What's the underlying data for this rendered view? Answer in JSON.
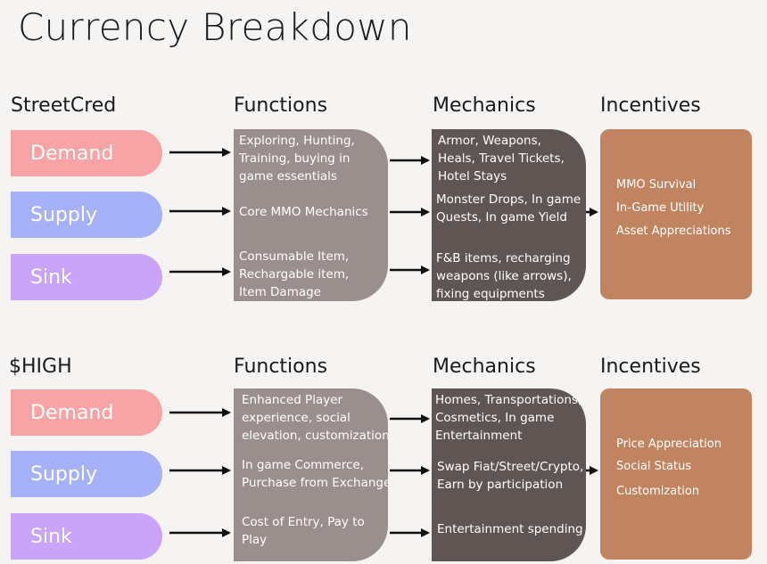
{
  "title": "Currency Breakdown",
  "sections": [
    {
      "name": "StreetCred",
      "columns": {
        "functions": "Functions",
        "mechanics": "Mechanics",
        "incentives": "Incentives"
      },
      "rows": [
        {
          "tag": "Demand",
          "function": "Exploring, Hunting,\nTraining, buying in\ngame essentials",
          "mechanic": "Armor, Weapons,\nHeals, Travel Tickets,\nHotel Stays"
        },
        {
          "tag": "Supply",
          "function": "Core MMO Mechanics",
          "mechanic": "Monster Drops, In game\nQuests, In game Yield"
        },
        {
          "tag": "Sink",
          "function": "Consumable Item,\nRechargable item,\nItem Damage",
          "mechanic": "F&B items, recharging\nweapons (like arrows),\nfixing equipments"
        }
      ],
      "incentives": [
        "MMO Survival",
        "In-Game Utility",
        "Asset Appreciations"
      ]
    },
    {
      "name": "$HIGH",
      "columns": {
        "functions": "Functions",
        "mechanics": "Mechanics",
        "incentives": "Incentives"
      },
      "rows": [
        {
          "tag": "Demand",
          "function": "Enhanced Player\nexperience, social\nelevation, customization",
          "mechanic": "Homes, Transportations,\nCosmetics, In game\nEntertainment"
        },
        {
          "tag": "Supply",
          "function": "In game Commerce,\nPurchase from Exchange",
          "mechanic": "Swap Fiat/Street/Crypto,\nEarn by participation"
        },
        {
          "tag": "Sink",
          "function": "Cost of Entry, Pay to\nPlay",
          "mechanic": "Entertainment spending"
        }
      ],
      "incentives": [
        "Price Appreciation",
        "Social Status",
        "Customization"
      ]
    }
  ],
  "colors": {
    "demand": "#f8a3a5",
    "supply": "#a7b1f8",
    "sink": "#c9a4f8",
    "functions_panel": "#9b8f8d",
    "mechanics_panel": "#5f5654",
    "incentives_panel": "#c08460"
  }
}
